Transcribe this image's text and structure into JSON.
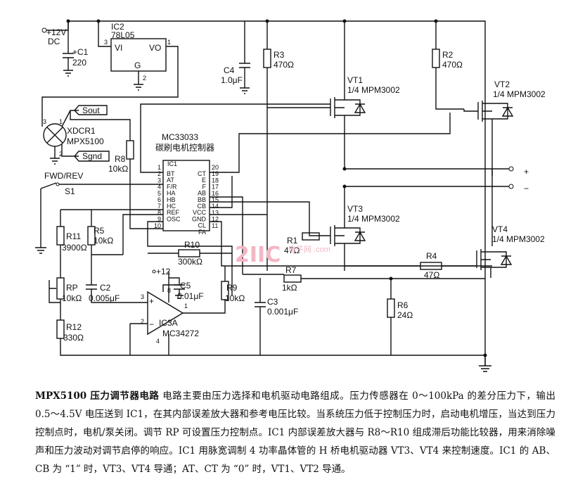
{
  "schematic": {
    "supply": "+12V",
    "supply_type": "DC",
    "ic2": {
      "name": "IC2",
      "part": "78L05",
      "pin_vi": "VI",
      "pin_vo": "VO",
      "pin_g": "G",
      "pin1": "1",
      "pin2": "2",
      "pin3": "3"
    },
    "c1": {
      "name": "+C1",
      "value": "220"
    },
    "c4": {
      "name": "C4",
      "value": "1.0μF"
    },
    "r3": {
      "name": "R3",
      "value": "470Ω"
    },
    "r2": {
      "name": "R2",
      "value": "470Ω"
    },
    "vt1": {
      "name": "VT1",
      "part": "1/4 MPM3002"
    },
    "vt2": {
      "name": "VT2",
      "part": "1/4 MPM3002"
    },
    "vt3": {
      "name": "VT3",
      "part": "1/4 MPM3002"
    },
    "vt4": {
      "name": "VT4",
      "part": "1/4 MPM3002"
    },
    "sensor": {
      "name": "XDCR1",
      "part": "MPX5100",
      "sout": "Sout",
      "sgnd": "Sgnd",
      "pin1": "1",
      "pin2": "2",
      "pin3": "3"
    },
    "r8": {
      "name": "R8",
      "value": "10kΩ"
    },
    "switch": {
      "label": "FWD/REV",
      "name": "S1"
    },
    "ic1": {
      "part": "MC33033",
      "desc": "碳刷电机控制器",
      "ref": "IC1",
      "left_pins": [
        "BT",
        "AT",
        "F/R",
        "HA",
        "HB",
        "HC",
        "REF",
        "OSC"
      ],
      "left_nums": [
        "1",
        "2",
        "3",
        "4",
        "5",
        "6",
        "7",
        "8",
        "9",
        "10"
      ],
      "right_pins": [
        "CT",
        "E",
        "F",
        "AB",
        "BB",
        "CB",
        "VCC",
        "GND",
        "CL",
        "FA"
      ],
      "right_nums": [
        "20",
        "19",
        "18",
        "17",
        "16",
        "15",
        "14",
        "13",
        "12",
        "11"
      ]
    },
    "r11": {
      "name": "R11",
      "value": "3900Ω"
    },
    "r5": {
      "name": "R5",
      "value": "10kΩ"
    },
    "r10": {
      "name": "R10",
      "value": "300kΩ"
    },
    "r1": {
      "name": "R1",
      "value": "47Ω"
    },
    "r7": {
      "name": "R7",
      "value": "1kΩ"
    },
    "r4": {
      "name": "R4",
      "value": "47Ω"
    },
    "r6": {
      "name": "R6",
      "value": "24Ω"
    },
    "c3": {
      "name": "C3",
      "value": "0.001μF"
    },
    "rp": {
      "name": "RP",
      "value": "10kΩ"
    },
    "c2": {
      "name": "C2",
      "value": "0.005μF"
    },
    "r12": {
      "name": "R12",
      "value": "330Ω"
    },
    "c5": {
      "name": "C5",
      "value": "0.01μF"
    },
    "r9": {
      "name": "R9",
      "value": "10kΩ"
    },
    "ic3": {
      "name": "IC3A",
      "part": "MC34272",
      "supply": "+12",
      "pin1": "1",
      "pin2": "2",
      "pin3": "3",
      "pin4": "4",
      "pin8": "8"
    },
    "terminals": {
      "plus": "+",
      "minus": "−"
    },
    "watermark": "2IIC",
    "watermark_sub": "电子网 .com"
  },
  "caption": {
    "title": "MPX5100 压力调节器电路",
    "body": "电路主要由压力选择和电机驱动电路组成。压力传感器在 0～100kPa 的差分压力下，输出 0.5～4.5V 电压送到 IC1，在其内部误差放大器和参考电压比较。当系统压力低于控制压力时，启动电机增压，当达到压力控制点时，电机/泵关闭。调节 RP 可设置压力控制点。IC1 内部误差放大器与 R8～R10 组成滞后功能比较器，用来消除噪声和压力波动对调节启停的响应。IC1 用脉宽调制 4 功率晶体管的 H 桥电机驱动器 VT3、VT4 来控制速度。IC1 的 AB、CB 为 “1” 时，VT3、VT4 导通；AT、CT 为 “0” 时，VT1、VT2 导通。"
  }
}
